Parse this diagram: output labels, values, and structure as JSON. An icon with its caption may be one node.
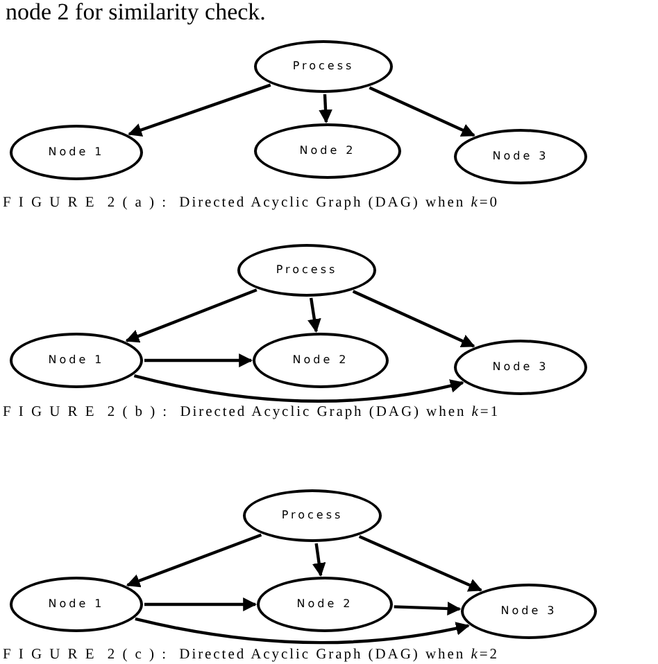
{
  "diagram": {
    "nodes": [
      {
        "text": [
          "Process"
        ]
      },
      {
        "text": [
          "Node 1"
        ]
      },
      {
        "text": [
          "Node 2"
        ]
      },
      {
        "text": [
          "Node 3"
        ]
      },
      {
        "text": [
          "Process"
        ]
      },
      {
        "text": [
          "Node 1"
        ]
      },
      {
        "text": [
          "Node 2"
        ]
      },
      {
        "text": [
          "Node 3"
        ]
      },
      {
        "text": [
          "Process"
        ]
      },
      {
        "text": [
          "Node 1"
        ]
      },
      {
        "text": [
          "Node 2"
        ]
      },
      {
        "text": [
          "Node 3"
        ]
      }
    ],
    "edges": [
      {
        "from": 0,
        "to": 1,
        "arrow": "to"
      },
      {
        "from": 0,
        "to": 2,
        "arrow": "to"
      },
      {
        "from": 0,
        "to": 3,
        "arrow": "to"
      },
      {
        "from": 4,
        "to": 5,
        "arrow": "to"
      },
      {
        "from": 4,
        "to": 6,
        "arrow": "to"
      },
      {
        "from": 4,
        "to": 7,
        "arrow": "to"
      },
      {
        "from": 5,
        "to": 6,
        "arrow": "to"
      },
      {
        "from": 5,
        "to": 7,
        "arrow": "to"
      },
      {
        "from": 8,
        "to": 9,
        "arrow": "to"
      },
      {
        "from": 8,
        "to": 10,
        "arrow": "to"
      },
      {
        "from": 8,
        "to": 11,
        "arrow": "to"
      },
      {
        "from": 9,
        "to": 10,
        "arrow": "to"
      },
      {
        "from": 9,
        "to": 11,
        "arrow": "to"
      },
      {
        "from": 10,
        "to": 11,
        "arrow": "to"
      }
    ],
    "labels": [
      "node 2 for similarity check.",
      "F I G U R E  2 ( a ) :  Directed Acyclic Graph (DAG) when *k*=0",
      "F I G U R E  2 ( b ) :  Directed Acyclic Graph (DAG) when *k*=1",
      "F I G U R E  2 ( c ) :  Directed Acyclic Graph (DAG) when *k*=2"
    ]
  }
}
